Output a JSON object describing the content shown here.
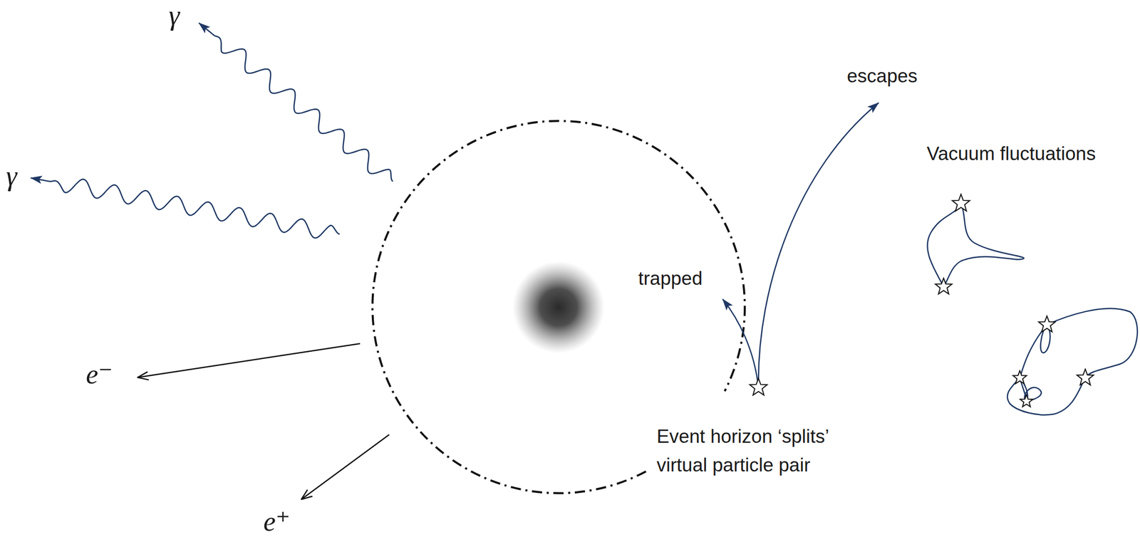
{
  "diagram": {
    "labels": [
      "γ",
      "γ",
      "e⁻",
      "e⁺",
      "trapped",
      "escapes",
      "Vacuum fluctuations",
      "Event horizon ‘splits’ virtual particle pair"
    ]
  }
}
